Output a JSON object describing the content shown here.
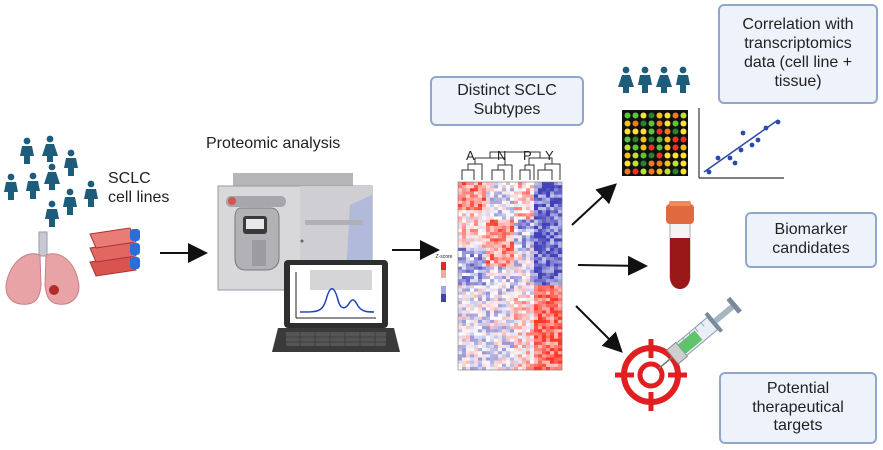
{
  "labels": {
    "sclc_cell_lines": "SCLC\ncell lines",
    "proteomic_analysis": "Proteomic analysis",
    "distinct_subtypes": "Distinct SCLC\nSubtypes",
    "correlation": "Correlation with\ntranscriptomics\ndata (cell line +\ntissue)",
    "biomarker": "Biomarker\ncandidates",
    "therapeutic": "Potential\ntherapeutical\ntargets",
    "zscore": "Z-score"
  },
  "heatmap": {
    "columns": [
      "A",
      "N",
      "P",
      "Y"
    ]
  },
  "colors": {
    "person": "#1d5c7a",
    "lung": "#e8a3a6",
    "flask": "#d9534f",
    "box_border": "#8fa6cd",
    "box_fill": "#eef3fb",
    "heat_red": "#d7301f",
    "heat_blue": "#4040b0",
    "target_red": "#e02020"
  }
}
